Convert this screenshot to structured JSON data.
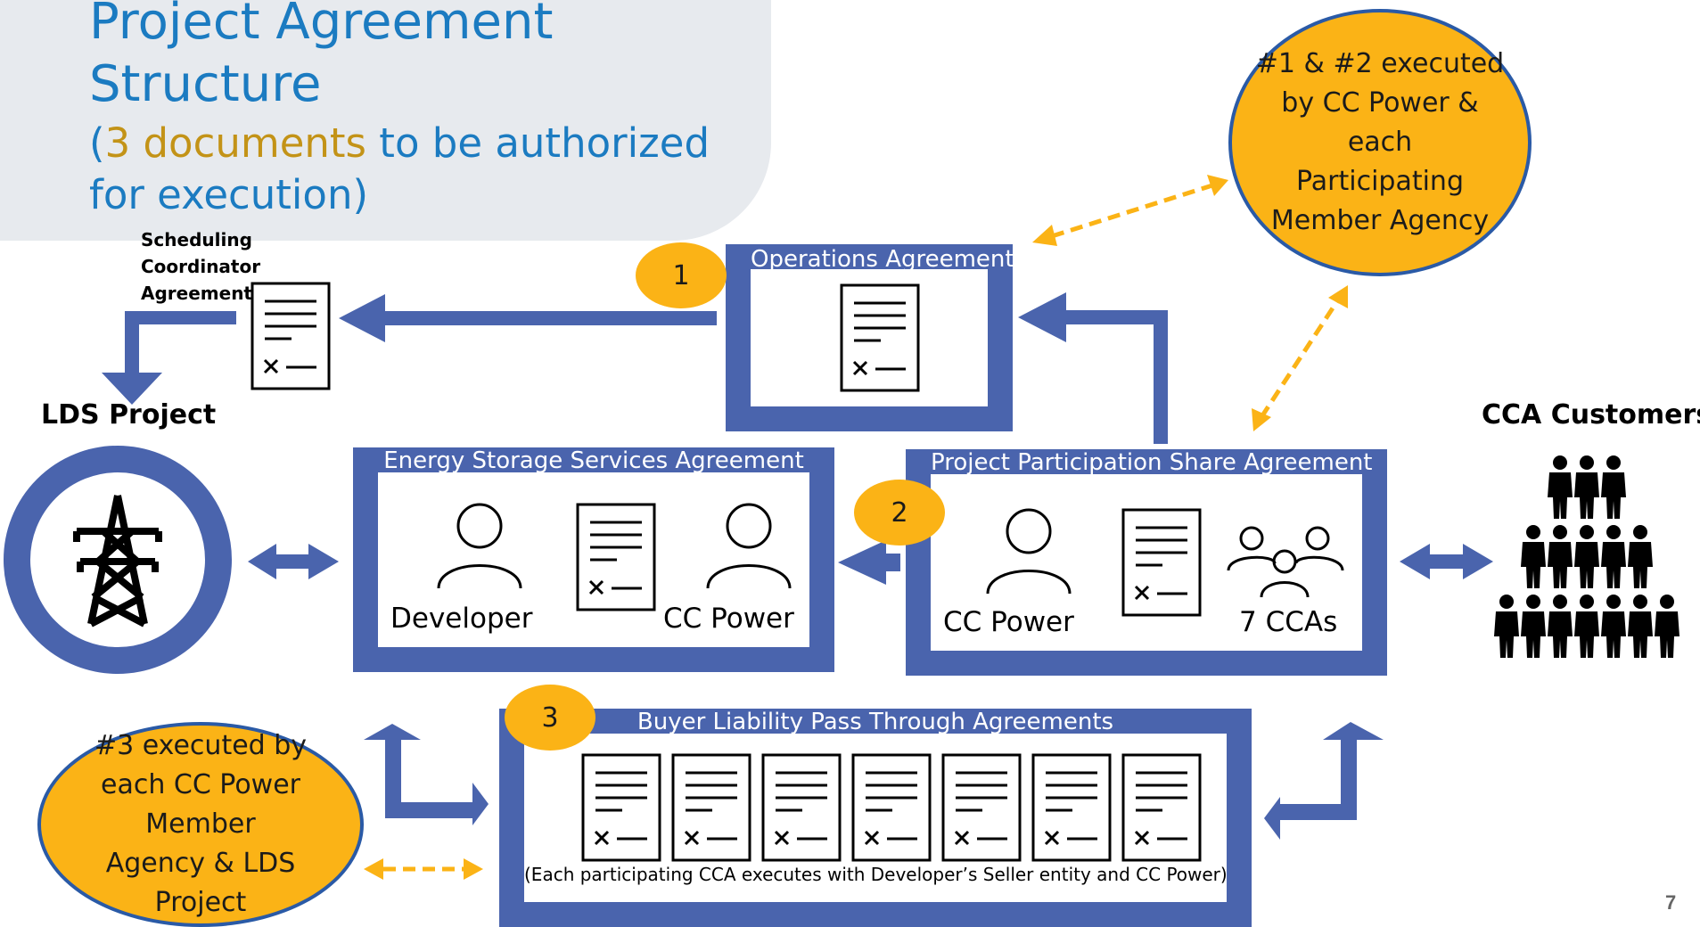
{
  "title": {
    "line1": "Project Agreement",
    "line2": "Structure",
    "subtitle_prefix": "(",
    "subtitle_accent": "3 documents",
    "subtitle_rest": " to be authorized",
    "subtitle_line2": "for execution)"
  },
  "scheduling": {
    "line1": "Scheduling",
    "line2": "Coordinator",
    "line3": "Agreement"
  },
  "lds_project": "LDS Project",
  "cca_customers": "CCA Customers",
  "operations_agreement": "Operations Agreement",
  "essa": {
    "title": "Energy Storage Services Agreement",
    "left_party": "Developer",
    "right_party": "CC Power"
  },
  "ppsa": {
    "title": "Project Participation Share Agreement",
    "left_party": "CC Power",
    "right_party": "7 CCAs"
  },
  "blpta": {
    "title": "Buyer Liability Pass Through Agreements",
    "note": "(Each participating CCA executes with Developer’s Seller entity and CC Power)",
    "document_count": 7
  },
  "badges": {
    "one": "1",
    "two": "2",
    "three": "3"
  },
  "note_top": {
    "line1": "#1 & #2 executed",
    "line2": "by CC Power &",
    "line3": "each",
    "line4": "Participating",
    "line5": "Member Agency"
  },
  "note_bottom": {
    "line1": "#3 executed by",
    "line2": "each CC Power",
    "line3": "Member",
    "line4": "Agency & LDS",
    "line5": "Project"
  },
  "page_number": "7",
  "colors": {
    "frame": "#4a64ad",
    "badge": "#fbb316",
    "title": "#1b7bc1",
    "accent": "#c39317",
    "panel": "#e7eaee"
  }
}
